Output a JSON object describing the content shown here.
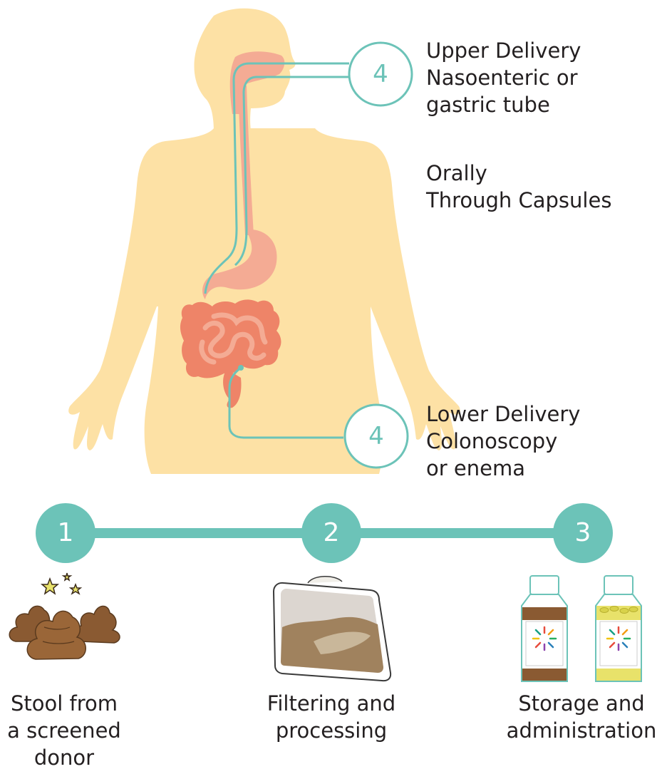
{
  "colors": {
    "body": "#fde1a5",
    "organ": "#ee8468",
    "organ_light": "#f4ab94",
    "teal": "#6cc3b8",
    "stool": "#8a5a32",
    "text": "#231f20"
  },
  "delivery": {
    "upper": {
      "number": "4",
      "lines": [
        "Upper Delivery",
        "Nasoenteric or",
        "gastric tube"
      ]
    },
    "oral": {
      "lines": [
        "Orally",
        "Through Capsules"
      ]
    },
    "lower": {
      "number": "4",
      "lines": [
        "Lower Delivery",
        "Colonoscopy",
        "or enema"
      ]
    }
  },
  "steps": [
    {
      "number": "1",
      "lines": [
        "Stool from",
        "a screened",
        "donor"
      ],
      "icon": "stool-icon"
    },
    {
      "number": "2",
      "lines": [
        "Filtering and",
        "processing"
      ],
      "icon": "filter-bag-icon"
    },
    {
      "number": "3",
      "lines": [
        "Storage and",
        "administration"
      ],
      "icon": "capsule-bottles-icon"
    }
  ]
}
